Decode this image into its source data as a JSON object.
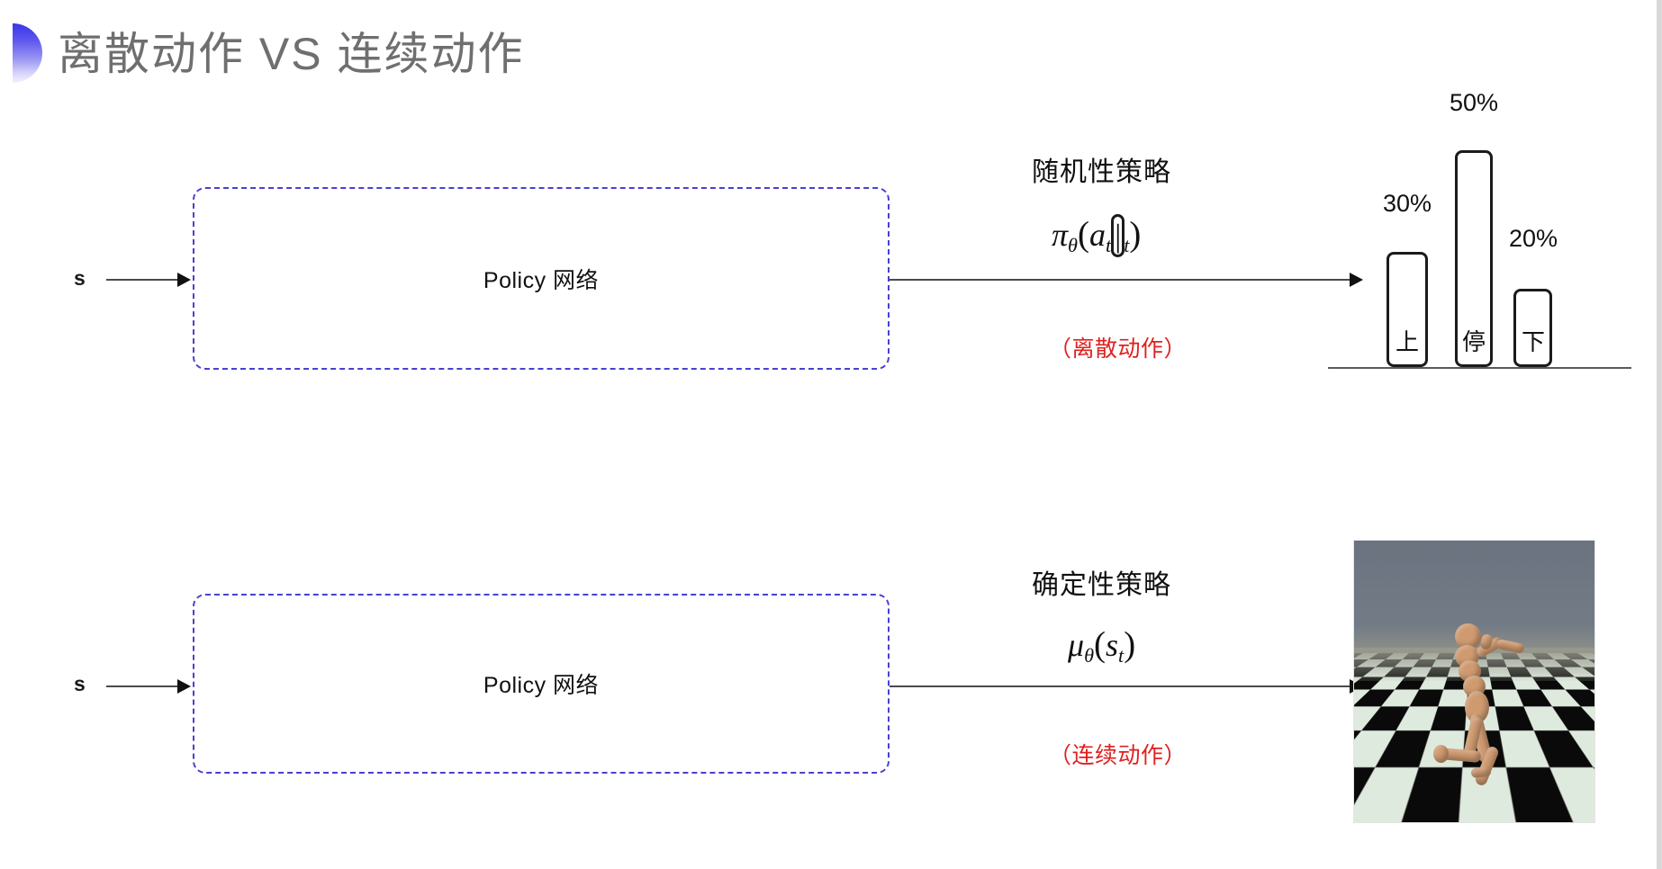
{
  "slide": {
    "title": "离散动作 VS 连续动作",
    "accent_color": "#3b35e8",
    "box_border_color": "#4a40cf",
    "note_color": "#e02020",
    "title_color": "#6f6f6f"
  },
  "rows": [
    {
      "id": "discrete",
      "state_label": "s",
      "box_label": "Policy 网络",
      "policy_title": "随机性策略",
      "formula": {
        "plain": "π_θ(a_t|s_t)",
        "head": "π",
        "head_sub": "θ",
        "open": "(",
        "arg1": "a",
        "arg1_sub": "t",
        "bar": "|",
        "arg2": "s",
        "arg2_sub": "t",
        "close": ")"
      },
      "note": "（离散动作）",
      "output_kind": "bar-chart"
    },
    {
      "id": "continuous",
      "state_label": "s",
      "box_label": "Policy 网络",
      "policy_title": "确定性策略",
      "formula": {
        "plain": "μ_θ(s_t)",
        "head": "μ",
        "head_sub": "θ",
        "open": "(",
        "arg1": "s",
        "arg1_sub": "t",
        "bar": "",
        "arg2": "",
        "arg2_sub": "",
        "close": ")"
      },
      "note": "（连续动作）",
      "output_kind": "humanoid-render"
    }
  ],
  "chart_data": {
    "type": "bar",
    "title": "",
    "xlabel": "",
    "ylabel": "",
    "categories": [
      "上",
      "停",
      "下"
    ],
    "values": [
      30,
      50,
      20
    ],
    "value_labels": [
      "30%",
      "50%",
      "20%"
    ],
    "ylim": [
      0,
      60
    ],
    "grid": false,
    "legend": "none",
    "axis": "baseline-only"
  },
  "humanoid": {
    "caption": "",
    "sky_color": "#6d7682",
    "floor_light": "#dfeade",
    "floor_dark": "#0a0a0a",
    "body_color": "#cf9a70"
  }
}
